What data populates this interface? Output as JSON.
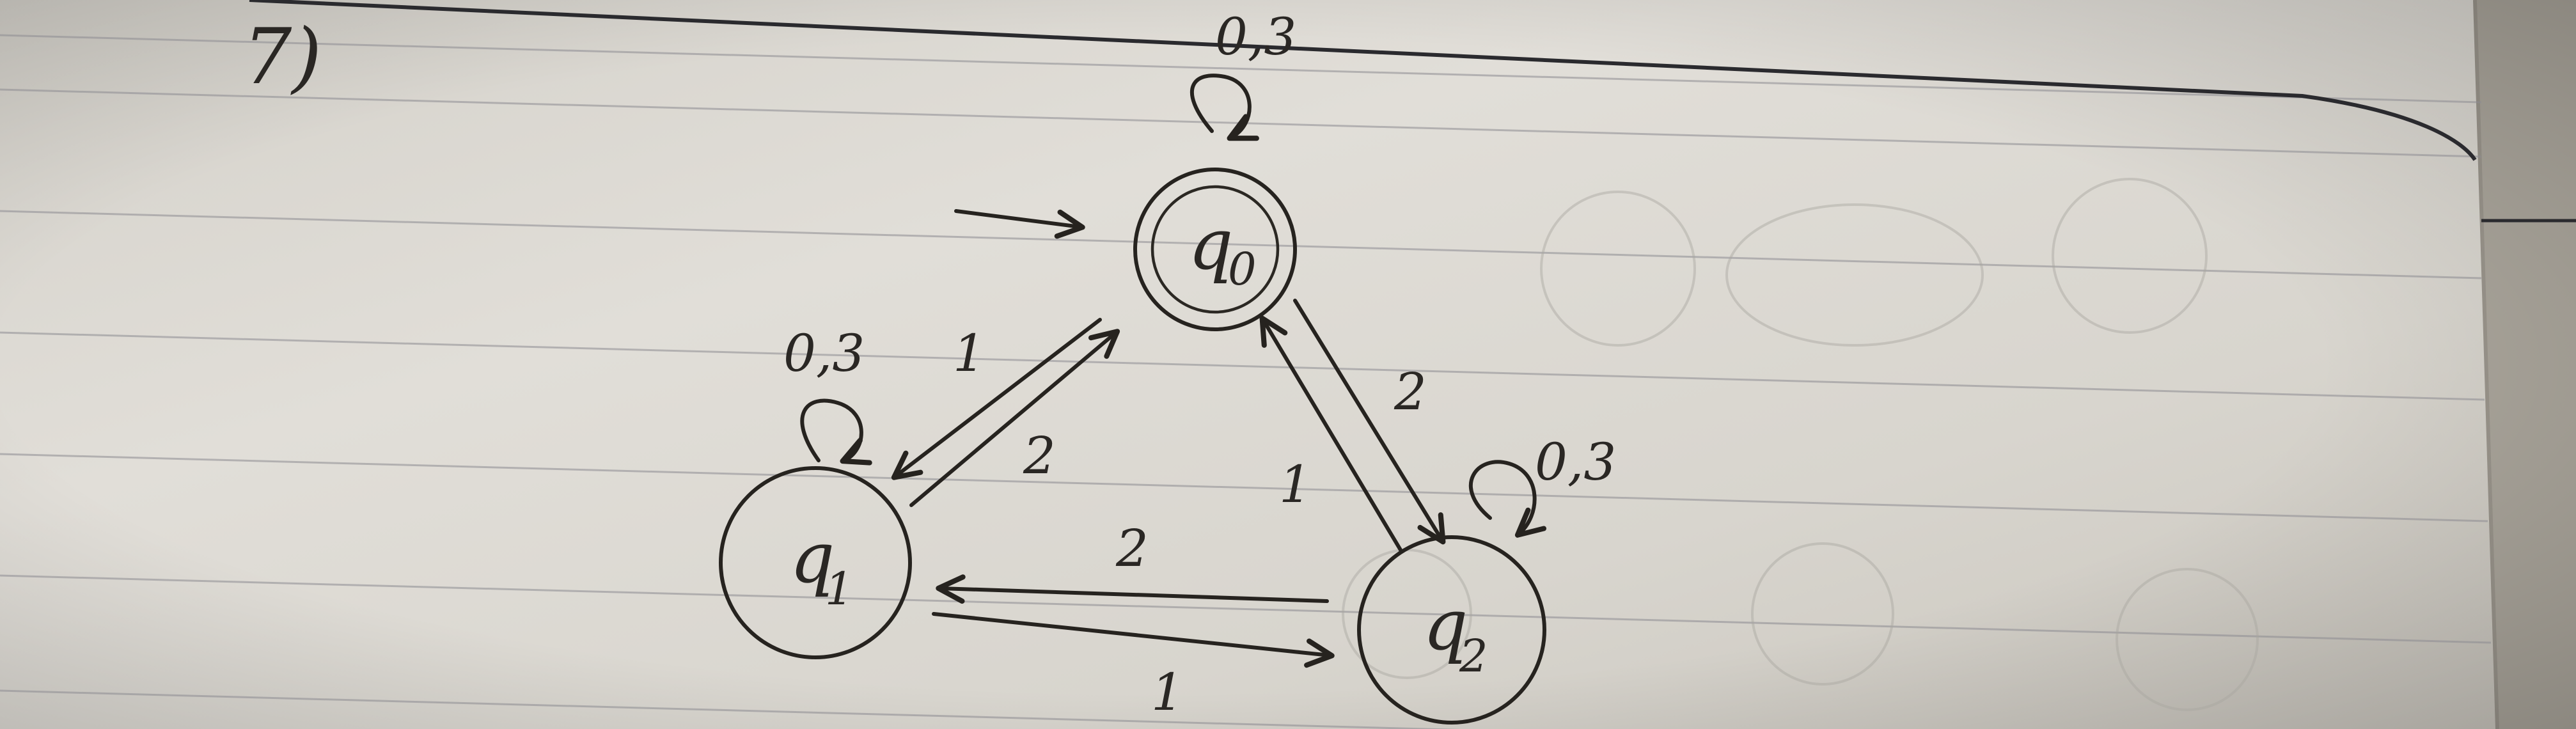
{
  "problem_number": "7)",
  "states": [
    {
      "id": "q0",
      "base": "q",
      "sub": "0",
      "accepting": true,
      "start": true
    },
    {
      "id": "q1",
      "base": "q",
      "sub": "1",
      "accepting": false,
      "start": false
    },
    {
      "id": "q2",
      "base": "q",
      "sub": "2",
      "accepting": false,
      "start": false
    }
  ],
  "transitions": [
    {
      "from": "q0",
      "to": "q0",
      "label": "0,3"
    },
    {
      "from": "q1",
      "to": "q1",
      "label": "0,3"
    },
    {
      "from": "q2",
      "to": "q2",
      "label": "0,3"
    },
    {
      "from": "q0",
      "to": "q1",
      "label": "1"
    },
    {
      "from": "q1",
      "to": "q0",
      "label": "2"
    },
    {
      "from": "q0",
      "to": "q2",
      "label": "2"
    },
    {
      "from": "q2",
      "to": "q0",
      "label": "1"
    },
    {
      "from": "q2",
      "to": "q1",
      "label": "2"
    },
    {
      "from": "q1",
      "to": "q2",
      "label": "1"
    }
  ],
  "colors": {
    "ink": "#26231f",
    "paper": "#d9d6cf",
    "paper_shadow": "#b6b1a8",
    "rule_line": "#8d8c92",
    "margin_line": "#2a2a2e"
  }
}
